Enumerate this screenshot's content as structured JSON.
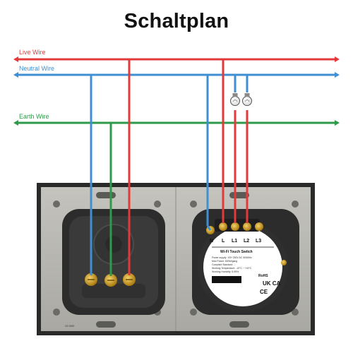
{
  "title": "Schaltplan",
  "wires": {
    "live": "Live Wire",
    "neutral": "Neutral Wire",
    "earth": "Earth Wire"
  },
  "colors": {
    "live": "#e23a3a",
    "neutral": "#3f8fd2",
    "earth": "#2e9a4a",
    "plate": "#b9b8b2",
    "frame": "#2a2a2a",
    "module": "#2c2c2c",
    "screw": "#c99a1e"
  },
  "switch_module": {
    "terminals": [
      "N",
      "L",
      "L1",
      "L2",
      "L3"
    ],
    "product": "Wi-Fi Touch Switch",
    "spec_lines": [
      "Power supply: 100~250V AC 50/60Hz",
      "Max Power: 600W/gang",
      "Complied Standard: ...",
      "Working Temperature: -10°C ~ +40°C",
      "Working Humidity: 5-95%"
    ],
    "marks": [
      "RoHS",
      "UK CA",
      "CE"
    ]
  },
  "plate_code": "CE 0000"
}
